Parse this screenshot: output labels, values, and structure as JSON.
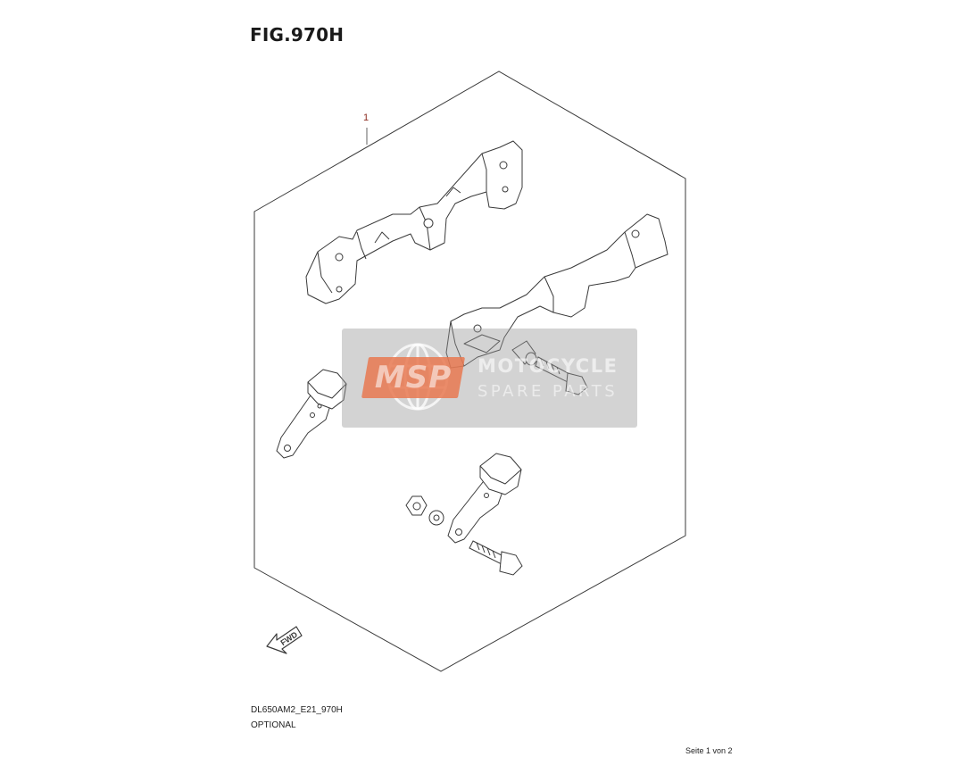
{
  "figure": {
    "title": "FIG.970H",
    "callout_number": "1",
    "fwd_label": "FWD",
    "code_label": "DL650AM2_E21_970H",
    "description_label": "OPTIONAL",
    "page_indicator": "Seite 1 von 2"
  },
  "watermark": {
    "logo_text": "MSP",
    "line1": "MOTOCYCLE",
    "line2": "SPARE PARTS"
  },
  "colors": {
    "line": "#3a3a3a",
    "callout": "#8b2a1e",
    "watermark_bg": "#969696",
    "watermark_logo": "#e87850"
  }
}
